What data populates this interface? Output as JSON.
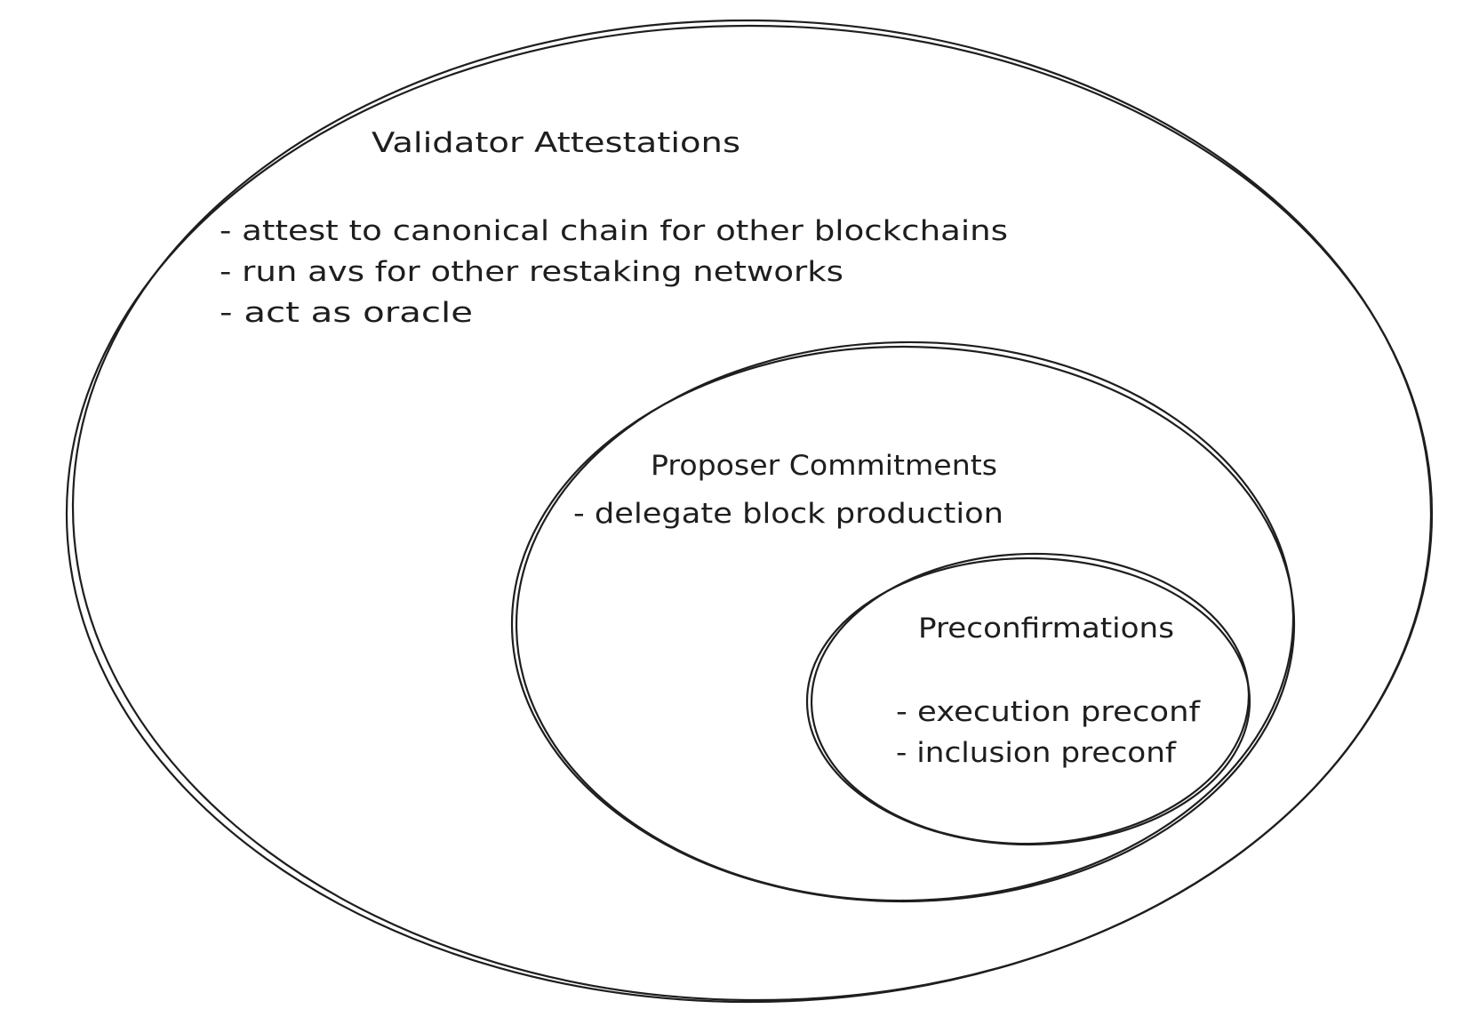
{
  "diagram": {
    "outer": {
      "title": "Validator Attestations",
      "items": [
        "- attest to canonical chain for other blockchains",
        "- run avs for other restaking networks",
        "- act as oracle"
      ]
    },
    "middle": {
      "title": "Proposer Commitments",
      "items": [
        "- delegate block production"
      ]
    },
    "inner": {
      "title": "Preconfirmations",
      "items": [
        "- execution preconf",
        "- inclusion preconf"
      ]
    },
    "stroke_color": "#1e1e1e",
    "background": "#ffffff"
  }
}
